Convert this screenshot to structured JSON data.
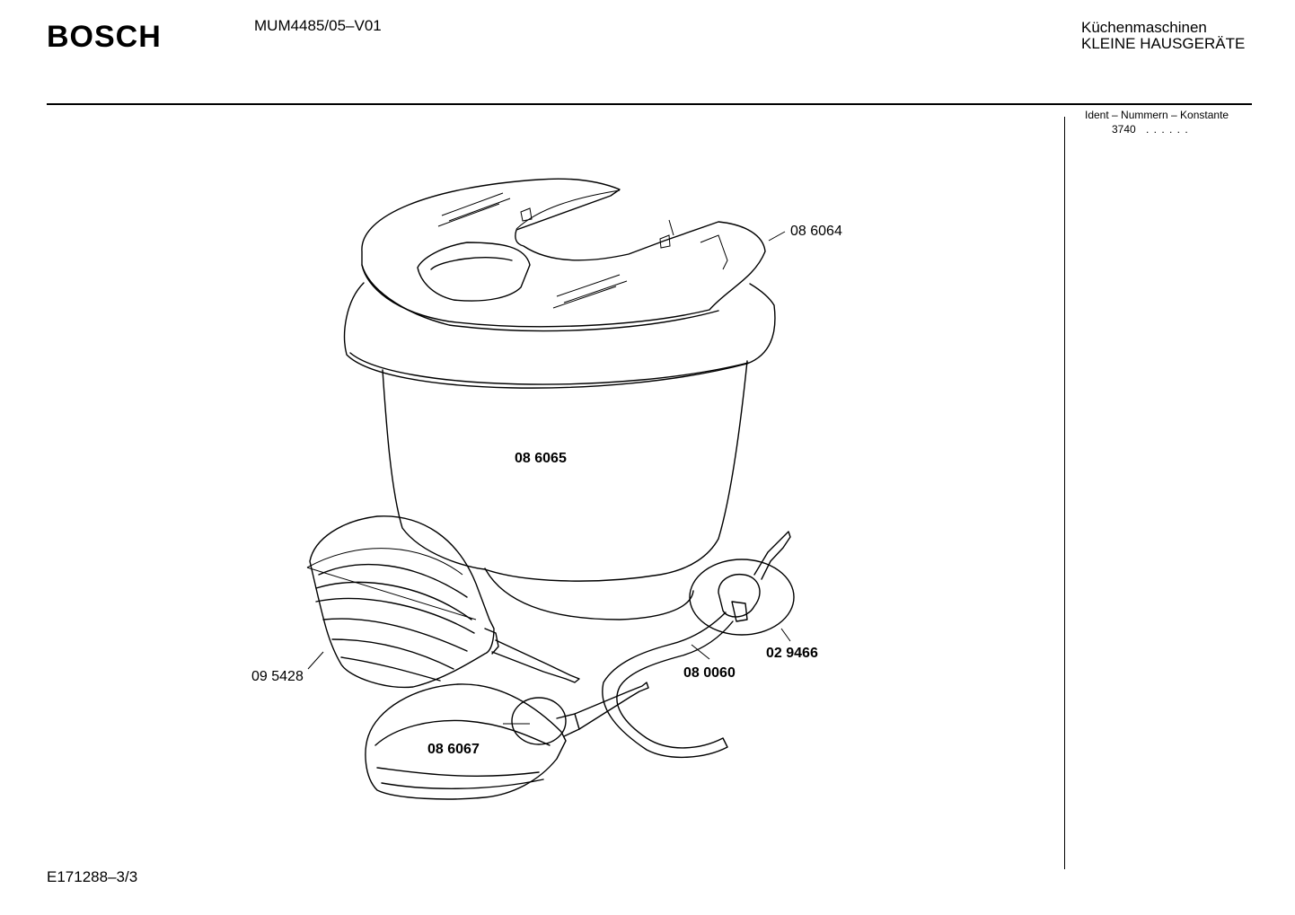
{
  "header": {
    "brand": "BOSCH",
    "model": "MUM4485/05–V01",
    "category_line1": "Küchenmaschinen",
    "category_line2": "KLEINE HAUSGERÄTE"
  },
  "ident": {
    "heading": "Ident – Nummern – Konstante",
    "value": "3740",
    "dots": ". . . . . ."
  },
  "parts": {
    "lid": "08 6064",
    "bowl": "08 6065",
    "whisk": "09 5428",
    "kneading_hook": "08 6067",
    "drive_shaft": "08 0060",
    "cover_disc": "02 9466"
  },
  "footer": {
    "doc_number": "E171288–3/3"
  }
}
